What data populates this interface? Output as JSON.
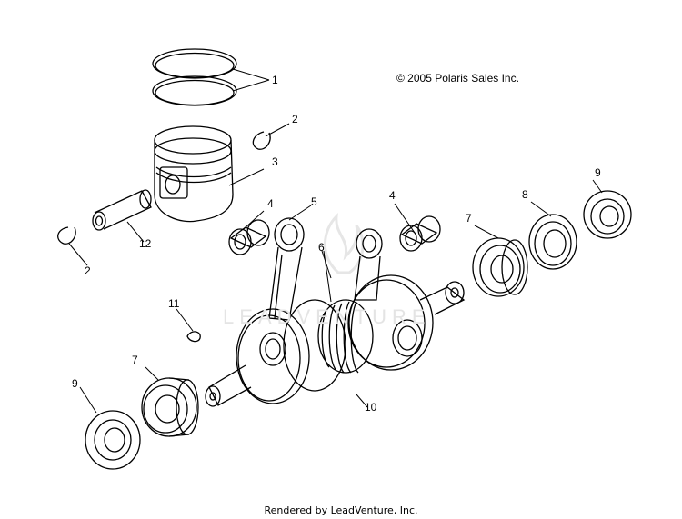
{
  "copyright": "© 2005 Polaris Sales Inc.",
  "footer": "Rendered by LeadVenture, Inc.",
  "watermark": "LEADVENTURE",
  "callouts": {
    "c1": "1",
    "c2a": "2",
    "c2b": "2",
    "c3": "3",
    "c4a": "4",
    "c4b": "4",
    "c5": "5",
    "c6": "6",
    "c7a": "7",
    "c7b": "7",
    "c8": "8",
    "c9a": "9",
    "c9b": "9",
    "c10": "10",
    "c11": "11",
    "c12": "12"
  }
}
